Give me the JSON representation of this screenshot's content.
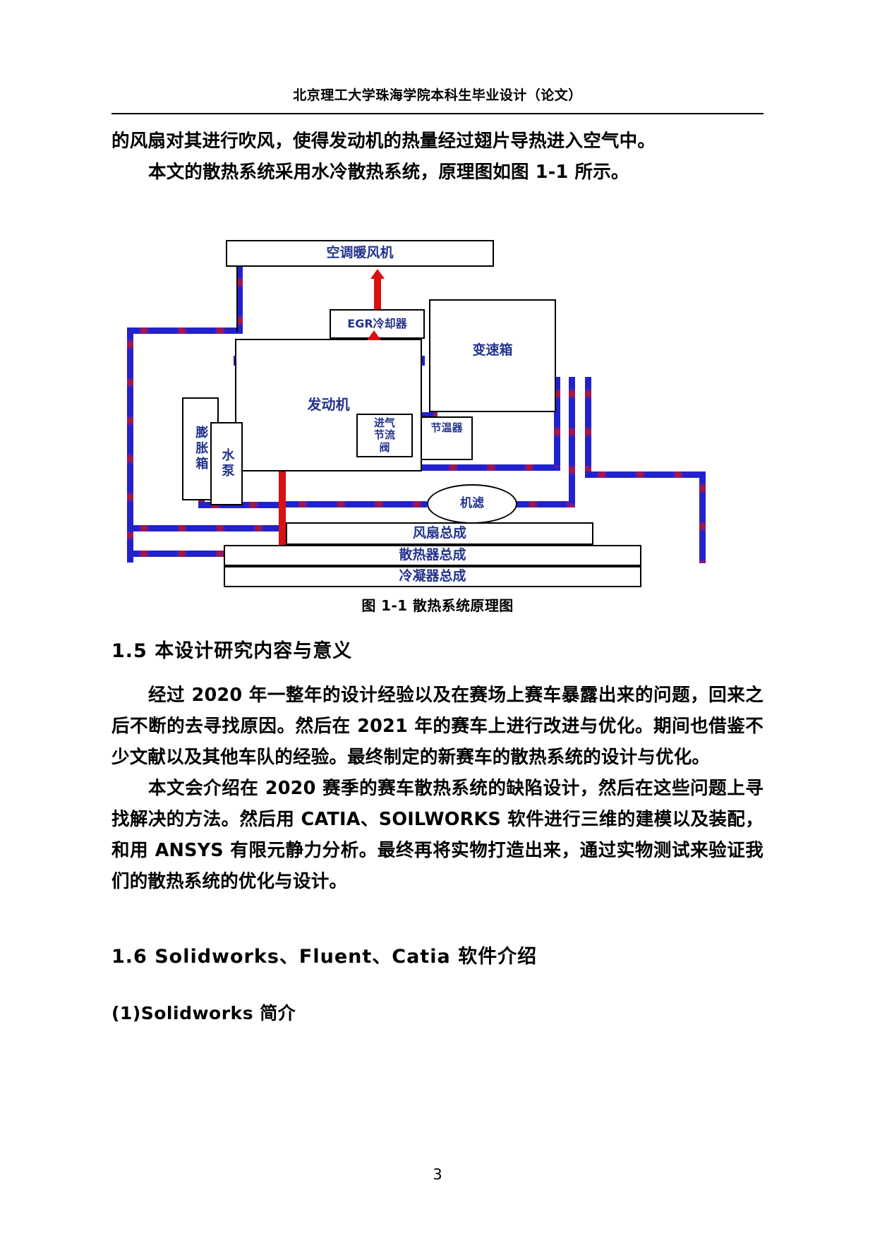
{
  "header": {
    "running_head": "北京理工大学珠海学院本科生毕业设计（论文）"
  },
  "body": {
    "para_continue": "的风扇对其进行吹风，使得发动机的热量经过翅片导热进入空气中。",
    "para_intro": "本文的散热系统采用水冷散热系统，原理图如图 1-1 所示。",
    "section_1_5_title": "1.5  本设计研究内容与意义",
    "para_1_5_a": "经过 2020 年一整年的设计经验以及在赛场上赛车暴露出来的问题，回来之后不断的去寻找原因。然后在 2021 年的赛车上进行改进与优化。期间也借鉴不少文献以及其他车队的经验。最终制定的新赛车的散热系统的设计与优化。",
    "para_1_5_b": "本文会介绍在 2020 赛季的赛车散热系统的缺陷设计，然后在这些问题上寻找解决的方法。然后用 CATIA、SOILWORKS 软件进行三维的建模以及装配，和用 ANSYS 有限元静力分析。最终再将实物打造出来，通过实物测试来验证我们的散热系统的优化与设计。",
    "section_1_6_title": "1.6 Solidworks、Fluent、Catia 软件介绍",
    "subsection_1_title": "(1)Solidworks 简介"
  },
  "figure": {
    "caption": "图 1-1  散热系统原理图",
    "nodes": {
      "hvac": "空调暖风机",
      "egr_cooler": "EGR冷却器",
      "transmission": "变速箱",
      "engine": "发动机",
      "expansion_tank": "膨胀箱",
      "water_pump": "水泵",
      "intake_throttle": "进气节流阀",
      "thermostat": "节温器",
      "oil_filter": "机滤",
      "fan_assembly": "风扇总成",
      "radiator_assembly": "散热器总成",
      "condenser_assembly": "冷凝器总成"
    },
    "colors": {
      "label_text": "#23338c",
      "pipe_blue": "#2222cc",
      "pipe_red": "#d81111",
      "outline": "#000000"
    }
  },
  "footer": {
    "page_number": "3"
  }
}
